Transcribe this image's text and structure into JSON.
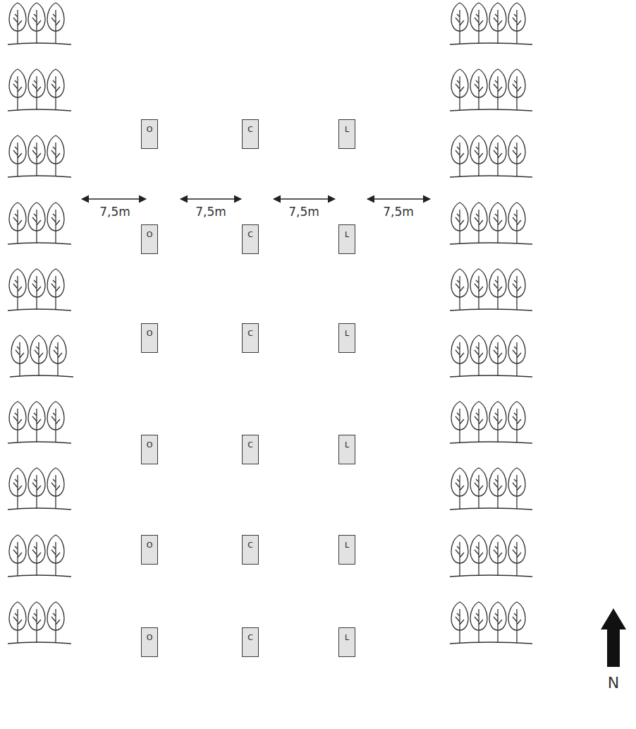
{
  "diagram": {
    "nodes": [
      {
        "text": [
          "O"
        ]
      },
      {
        "text": [
          "C"
        ]
      },
      {
        "text": [
          "L"
        ]
      },
      {
        "text": [
          "O"
        ]
      },
      {
        "text": [
          "C"
        ]
      },
      {
        "text": [
          "L"
        ]
      },
      {
        "text": [
          "O"
        ]
      },
      {
        "text": [
          "C"
        ]
      },
      {
        "text": [
          "L"
        ]
      },
      {
        "text": [
          "O"
        ]
      },
      {
        "text": [
          "C"
        ]
      },
      {
        "text": [
          "L"
        ]
      },
      {
        "text": [
          "O"
        ]
      },
      {
        "text": [
          "C"
        ]
      },
      {
        "text": [
          "L"
        ]
      },
      {
        "text": [
          "O"
        ]
      },
      {
        "text": [
          "C"
        ]
      },
      {
        "text": [
          "L"
        ]
      }
    ],
    "labels": [
      "7,5m",
      "7,5m",
      "7,5m",
      "7,5m",
      "N"
    ]
  }
}
